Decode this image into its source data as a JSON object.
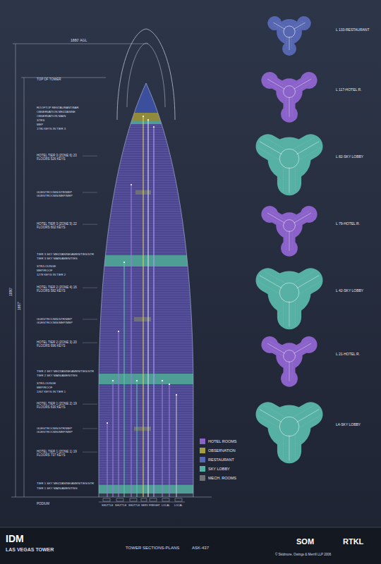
{
  "diagram": {
    "title": "LAS VEGAS TOWER",
    "nodes": [
      {
        "text": [
          "L 133-RESTAURANT"
        ]
      },
      {
        "text": [
          "L 117-HOTEL R."
        ]
      },
      {
        "text": [
          "L 82-SKY LOBBY"
        ]
      },
      {
        "text": [
          "L 79-HOTEL R."
        ]
      },
      {
        "text": [
          "L 42-SKY LOBBY"
        ]
      },
      {
        "text": [
          "L 21-HOTEL R."
        ]
      },
      {
        "text": [
          "L4-SKY LOBBY"
        ]
      }
    ],
    "labels": [
      "1880' AGL",
      "TOP OF TOWER",
      "ROOFTOP RESTAURANT/BAR",
      "OBSERVATION MEZZANINE",
      "OBSERVATION MAIN",
      "STRS",
      "MEP",
      "1780 KEYS IN TIER 3",
      "HOTEL TIER 3 (ZONE 6) 23 FLOORS 526 KEYS",
      "GUESTROOMS/STR/MEP GUESTROOMS/MEP/MEP",
      "HOTEL TIER 3 (ZONE 5) 22 FLOORS 602 KEYS",
      "TIER 3 SKY MEZZANINE/AMENITIES/STR",
      "TIER 3 SKY MAIN/AMENITIES",
      "STR/LOUNGE",
      "MEP/ROOF",
      "1278 KEYS IN TIER 2",
      "HOTEL TIER 2 (ZONE 4) 16 FLOORS 582 KEYS",
      "GUESTROOMS/STR/MEP GUESTROOMS/MEP/MEP",
      "HOTEL TIER 2 (ZONE 3) 20 FLOORS 696 KEYS",
      "TIER 2 SKY MEZZANINE/AMENITIES/STR",
      "TIER 2 SKY MAIN/AMENITIES",
      "STR/LOUNGE",
      "MEP/ROOF",
      "1367 KEYS IN TIER 1",
      "HOTEL TIER 1 (ZONE 2) 19 FLOORS 630 KEYS",
      "GUESTROOMS/STR/MEP GUESTROOMS/MEP/MEP",
      "HOTEL TIER 1 (ZONE 1) 19 FLOORS 737 KEYS",
      "TIER 1 SKY MEZZANINE/AMENITIES/STR",
      "TIER 1 SKY MAIN/AMENITIES",
      "PODIUM",
      "1880'",
      "1667'",
      "SHUTTLE",
      "SHUTTLE",
      "SHUTTLE",
      "SERV",
      "FREIGHT",
      "LOCAL",
      "LOCAL",
      "IDM",
      "TOWER SECTIONS-PLANS",
      "ASK-437",
      "SOM",
      "RTKL",
      "© Skidmore, Owings & Merrill LLP 2006"
    ],
    "legend": [
      {
        "text": "HOTEL ROOMS",
        "color": "#8b62c9"
      },
      {
        "text": "OBSERVATION",
        "color": "#a59d3e"
      },
      {
        "text": "RESTAURANT",
        "color": "#5666b0"
      },
      {
        "text": "SKY LOBBY",
        "color": "#56b0a4"
      },
      {
        "text": "MECH. ROOMS",
        "color": "#6f7078"
      }
    ]
  }
}
